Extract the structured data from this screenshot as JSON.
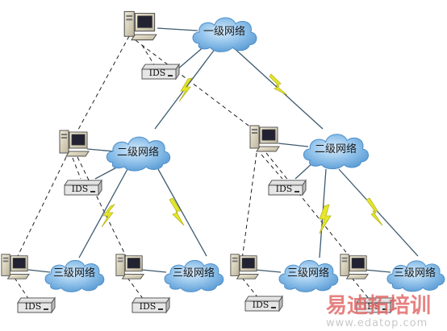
{
  "networks": {
    "level1": "一级网络",
    "level2_left": "二级网络",
    "level2_right": "二级网络",
    "level3_a": "三级网络",
    "level3_b": "三级网络",
    "level3_c": "三级网络",
    "level3_d": "三级网络"
  },
  "ids_labels": {
    "top": "IDS",
    "left": "IDS",
    "right": "IDS",
    "a": "IDS",
    "b": "IDS",
    "c": "IDS",
    "d": "IDS"
  },
  "watermark": {
    "brand": "易迪拓培训",
    "url": "www.edatop.com"
  },
  "colors": {
    "cloud_fill": "#7eb6e6",
    "cloud_edge": "#5a9bd4",
    "solid_link": "#3d5a6e",
    "lightning": "#e6e62a",
    "dashed_link": "#222222",
    "watermark_red": "#e36a6a"
  }
}
